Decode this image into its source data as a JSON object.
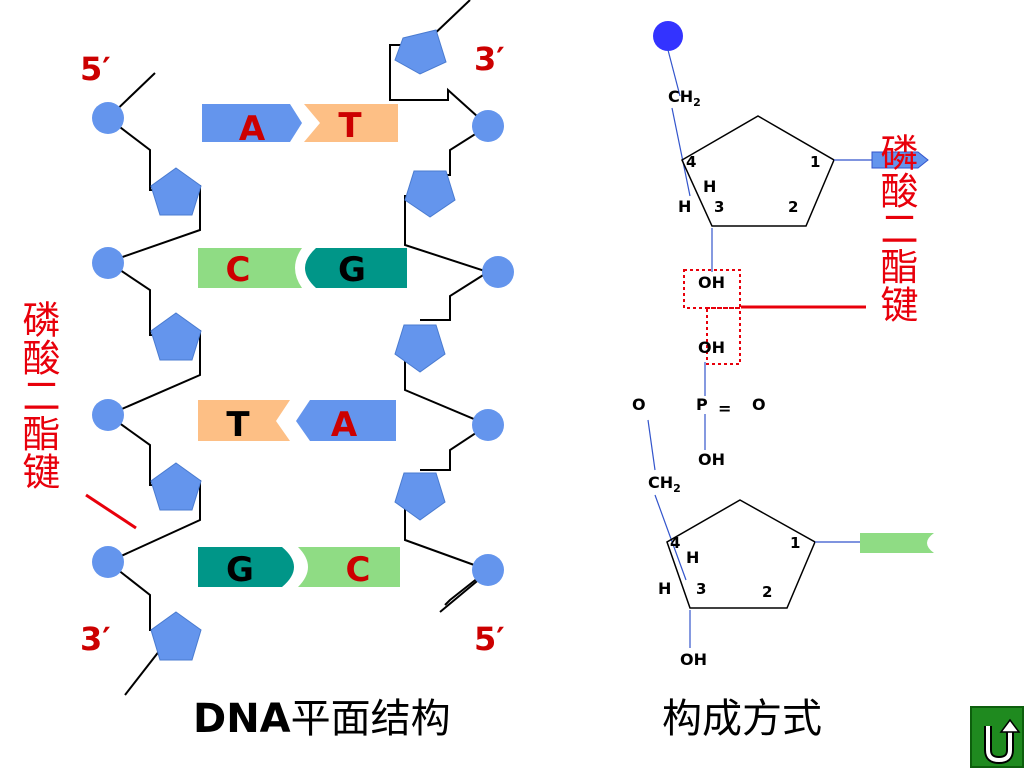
{
  "left_diagram": {
    "ends": {
      "top_left": "5′",
      "top_right": "3′",
      "bottom_left": "3′",
      "bottom_right": "5′"
    },
    "base_pairs": [
      {
        "left": "A",
        "right": "T"
      },
      {
        "left": "C",
        "right": "G"
      },
      {
        "left": "T",
        "right": "A"
      },
      {
        "left": "G",
        "right": "C"
      }
    ],
    "bond_label": "磷酸二酯键",
    "caption_bold": "DNA",
    "caption_rest": "平面结构"
  },
  "right_diagram": {
    "ch2": "CH",
    "ch2_sub": "2",
    "h": "H",
    "oh": "OH",
    "o": "O",
    "p": "P",
    "eq": "=",
    "num_1": "1",
    "num_2": "2",
    "num_3": "3",
    "num_4": "4",
    "bond_label": "磷酸二酯键",
    "caption": "构成方式"
  },
  "colors": {
    "backbone_blue": "#6495ed",
    "phosphate_dark_blue": "#3333ff",
    "base_A": "#6495ed",
    "base_T": "#fdbf85",
    "base_C": "#8fdc84",
    "base_G": "#009688",
    "red_text": "#cc0000",
    "button_green": "#1f8a1f"
  },
  "nav": {
    "back_icon": "return-arrow-icon"
  }
}
